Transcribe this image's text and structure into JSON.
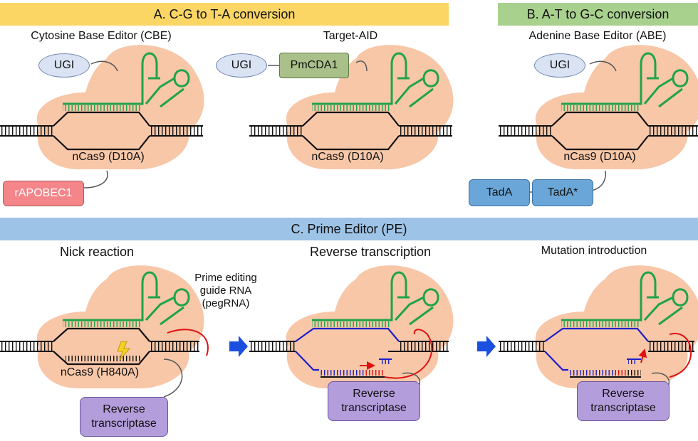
{
  "banners": {
    "a": "A. C-G to T-A conversion",
    "b": "B. A-T to G-C conversion",
    "c": "C. Prime Editor (PE)"
  },
  "panels": {
    "cbe": {
      "title": "Cytosine Base Editor (CBE)",
      "ugi": "UGI",
      "cas": "nCas9 (D10A)",
      "deaminase": "rAPOBEC1"
    },
    "target_aid": {
      "title": "Target-AID",
      "ugi": "UGI",
      "deaminase": "PmCDA1",
      "cas": "nCas9 (D10A)"
    },
    "abe": {
      "title": "Adenine Base Editor (ABE)",
      "ugi": "UGI",
      "cas": "nCas9 (D10A)",
      "tada": "TadA",
      "tada_star": "TadA*"
    },
    "nick": {
      "title": "Nick reaction",
      "pegrna_line1": "Prime editing",
      "pegrna_line2": "guide RNA",
      "pegrna_line3": "(pegRNA)",
      "cas": "nCas9 (H840A)",
      "rt_line1": "Reverse",
      "rt_line2": "transcriptase"
    },
    "rtx": {
      "title": "Reverse transcription",
      "rt_line1": "Reverse",
      "rt_line2": "transcriptase"
    },
    "mut": {
      "title": "Mutation introduction",
      "rt_line1": "Reverse",
      "rt_line2": "transcriptase"
    }
  },
  "colors": {
    "cas9": "#f7c7a8",
    "grna": "#1fa34a",
    "edited_strand": "#1f1fc8",
    "rt_product": "#e01010",
    "arrow": "#1a4fe0"
  }
}
